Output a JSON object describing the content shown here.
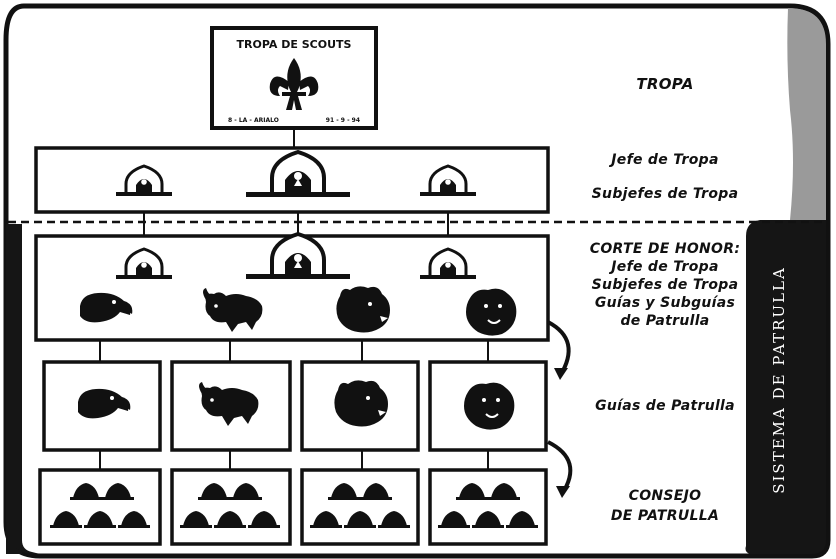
{
  "flag": {
    "title": "TROPA DE SCOUTS",
    "footer_left": "8 - LA - ARIALO",
    "footer_right": "91 - 9 - 94"
  },
  "labels": {
    "tropa": "TROPA",
    "jefe_de_tropa": "Jefe de Tropa",
    "subjefes_de_tropa": "Subjefes de Tropa",
    "corte_de_honor": "CORTE DE HONOR:",
    "corte_line1": "Jefe de Tropa",
    "corte_line2": "Subjefes de Tropa",
    "corte_line3": "Guías y Subguías",
    "corte_line4": "de Patrulla",
    "guias_de_patrulla": "Guías de Patrulla",
    "consejo_line1": "CONSEJO",
    "consejo_line2": "DE PATRULLA",
    "sistema": "SISTEMA DE PATRULLA"
  },
  "patrols": [
    "eagle",
    "buffalo",
    "bear",
    "panther"
  ],
  "colors": {
    "ink": "#111111",
    "band": "#151515",
    "paper": "#ffffff",
    "gray": "#9a9a9a"
  }
}
